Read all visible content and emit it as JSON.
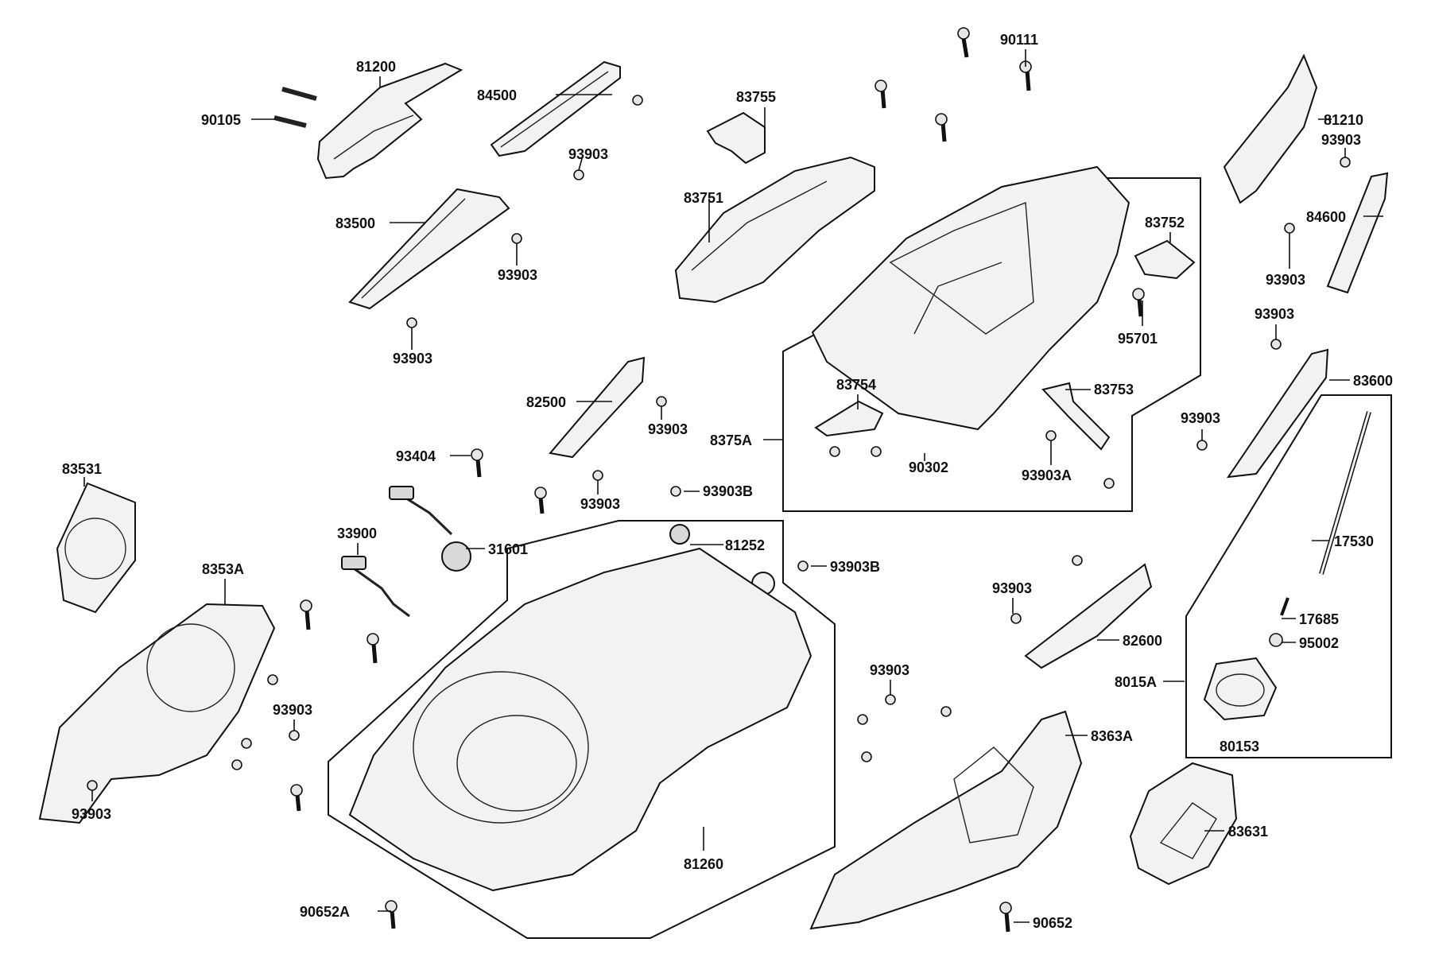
{
  "labels": {
    "p90111": "90111",
    "p81200": "81200",
    "p84500": "84500",
    "p83755": "83755",
    "p90105": "90105",
    "p93903_a": "93903",
    "p81210": "81210",
    "p93903_b": "93903",
    "p83751": "83751",
    "p83752": "83752",
    "p83500": "83500",
    "p84600": "84600",
    "p93903_c": "93903",
    "p93903_d": "93903",
    "p95701": "95701",
    "p93903_e": "93903",
    "p93903_f": "93903",
    "p83754": "83754",
    "p83753": "83753",
    "p83600": "83600",
    "p82500": "82500",
    "p93903_g": "93903",
    "p93903_h": "93903",
    "p8375A": "8375A",
    "p93404": "93404",
    "p90302": "90302",
    "p93903A": "93903A",
    "p83531": "83531",
    "p93903_i": "93903",
    "p93903B_a": "93903B",
    "p17530": "17530",
    "p33900": "33900",
    "p31601": "31601",
    "p81252": "81252",
    "p93903B_b": "93903B",
    "p8353A": "8353A",
    "p93903_j": "93903",
    "p17685": "17685",
    "p95002": "95002",
    "p82600": "82600",
    "p93903_k": "93903",
    "p8015A": "8015A",
    "p93903_l": "93903",
    "p8363A": "8363A",
    "p80153": "80153",
    "p93903_m": "93903",
    "p81260": "81260",
    "p83631": "83631",
    "p90652A": "90652A",
    "p90652": "90652"
  }
}
